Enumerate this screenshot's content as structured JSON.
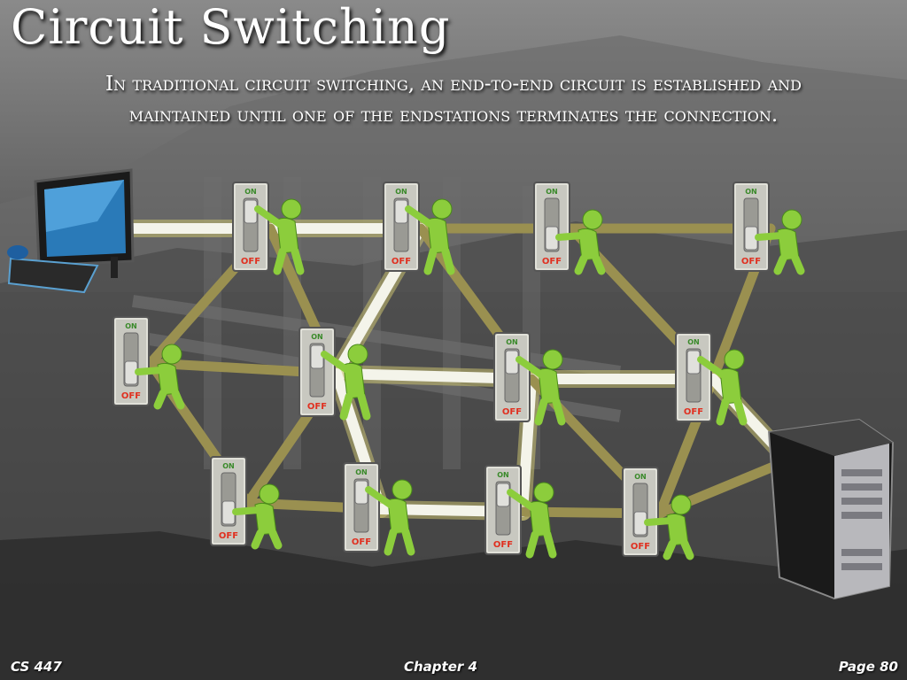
{
  "slide": {
    "title": "Circuit Switching",
    "subtitle": "In traditional circuit switching, an end-to-end circuit is established and maintained until one of the endstations terminates the connection."
  },
  "switch_labels": {
    "on": "ON",
    "off": "OFF"
  },
  "footer": {
    "course": "CS 447",
    "chapter": "Chapter 4",
    "page": "Page 80"
  },
  "colors": {
    "link": "#9a9050",
    "active_link": "#f4f4ea",
    "figure": "#8ccd3c",
    "switch_plate": "#c8c8c0",
    "off_label": "#e03020"
  },
  "icons": [
    "desktop-computer-icon",
    "server-tower-icon",
    "toggle-switch-icon",
    "person-figure-icon"
  ]
}
